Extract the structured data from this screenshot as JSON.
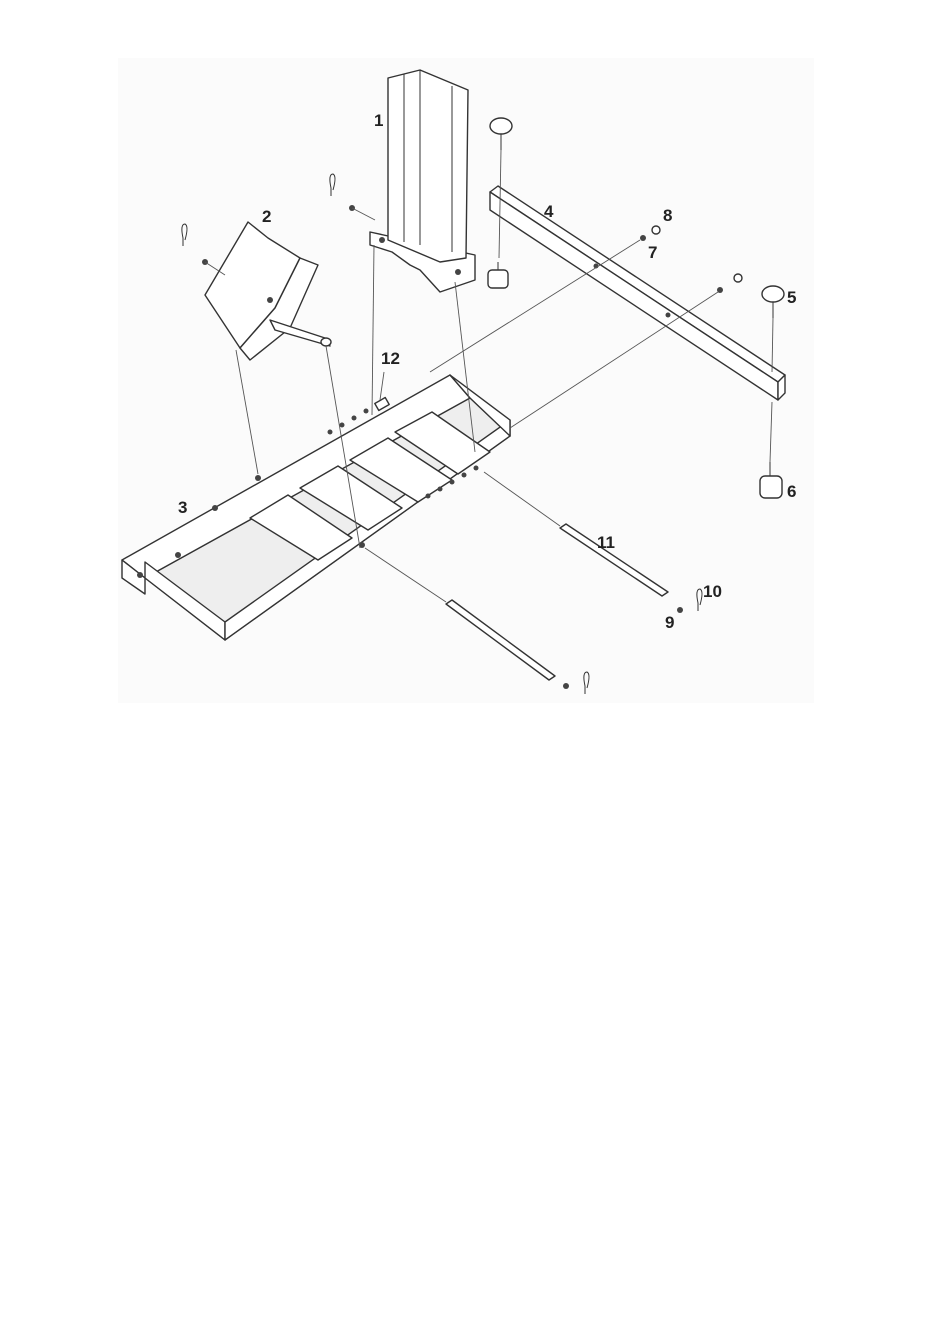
{
  "diagram": {
    "labels": {
      "p1": "1",
      "p2": "2",
      "p3": "3",
      "p4": "4",
      "p5": "5",
      "p6": "6",
      "p7": "7",
      "p8": "8",
      "p9": "9",
      "p10": "10",
      "p11": "11",
      "p12": "12"
    }
  }
}
